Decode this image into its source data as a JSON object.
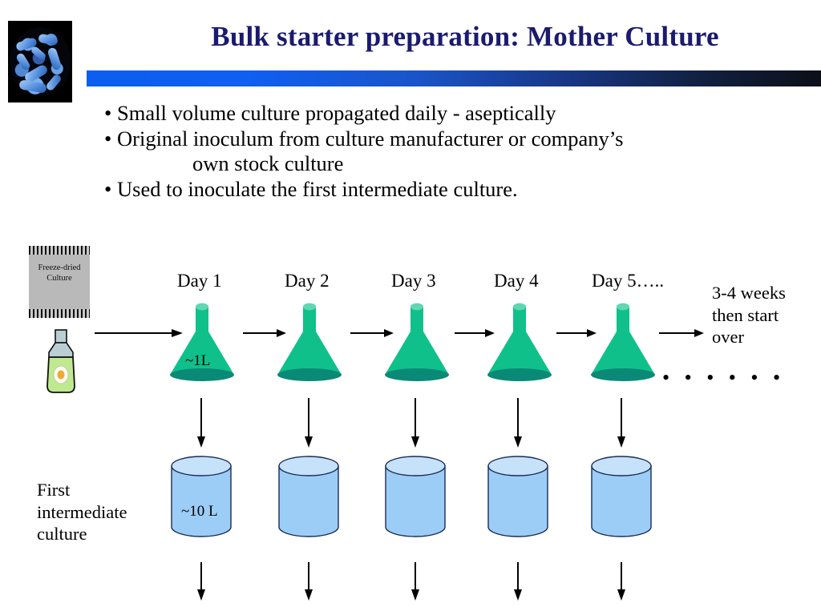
{
  "slide": {
    "title": "Bulk starter preparation: Mother Culture",
    "title_color": "#1b1b6e",
    "bar_gradient_from": "#0b5ef0",
    "bar_gradient_to": "#0c0f18",
    "logo_alt": "bacteria-micrograph"
  },
  "bullets": [
    {
      "marker": "•",
      "text": "Small volume culture propagated daily - aseptically",
      "continuation": ""
    },
    {
      "marker": "•",
      "text": "Original inoculum from culture manufacturer or company’s",
      "continuation": "own stock culture"
    },
    {
      "marker": "•",
      "text": "Used to inoculate the first intermediate culture.",
      "continuation": ""
    }
  ],
  "diagram": {
    "sachet": {
      "line1": "Freeze-dried",
      "line2": "Culture",
      "fill": "#b9b9b9"
    },
    "vial": {
      "body_color": "#b6e08a",
      "neck_color": "#b9cfd4",
      "label_dot_color": "#f0a830"
    },
    "day_labels": [
      "Day 1",
      "Day 2",
      "Day 3",
      "Day 4",
      "Day 5….."
    ],
    "flask_volume_label": "~1L",
    "flask_color": "#0fc08a",
    "flask_top_color": "#5fd7b0",
    "flask_base_color": "#0a8a76",
    "cylinder_volume_label": "~10 L",
    "cylinder_color": "#9ccdf6",
    "cylinder_top_color": "#c6e2fb",
    "cylinder_stroke": "#1b2b55",
    "left_label": {
      "line1": "First",
      "line2": "intermediate",
      "line3": "culture"
    },
    "right_note": {
      "line1": "3-4 weeks",
      "line2": "then start",
      "line3": "over"
    },
    "trailing_ellipsis": "• • • • • •",
    "flask_count": 5,
    "cylinder_count": 5
  }
}
